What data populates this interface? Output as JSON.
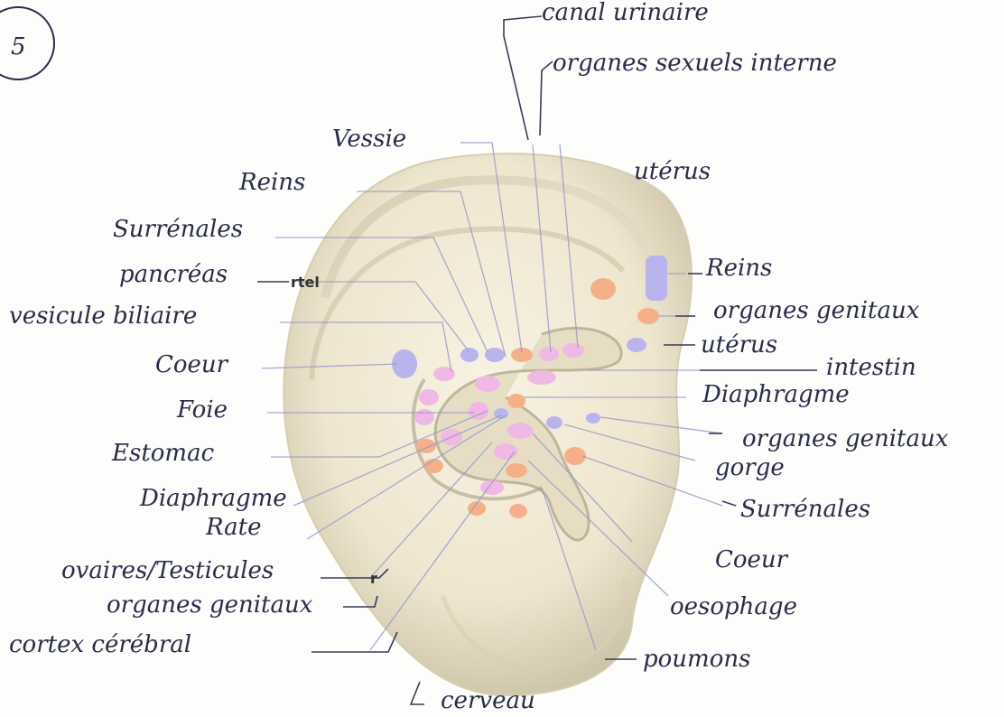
{
  "page_number": "5",
  "labels": {
    "canal_urinaire": "canal urinaire",
    "organes_sexuels_interne": "organes sexuels interne",
    "vessie": "Vessie",
    "reins_top": "Reins",
    "uterus_top": "utérus",
    "surrenales_left": "Surrénales",
    "pancreas": "pancréas",
    "rtel": "rtel",
    "vesicule_biliaire": "vesicule biliaire",
    "coeur_left": "Coeur",
    "foie": "Foie",
    "estomac": "Estomac",
    "diaphragme_left": "Diaphragme",
    "rate": "Rate",
    "ovaires_testicules": "ovaires/Testicules",
    "small_r": "r",
    "organes_genitaux_left": "organes genitaux",
    "cortex_cerebral": "cortex cérébral",
    "cerveau": "cerveau",
    "reins_right": "Reins",
    "organes_genitaux_right1": "organes genitaux",
    "uterus_right": "utérus",
    "intestin": "intestin",
    "diaphragme_right": "Diaphragme",
    "organes_genitaux_right2": "organes genitaux",
    "gorge": "gorge",
    "surrenales_right": "Surrénales",
    "coeur_right": "Coeur",
    "oesophage": "oesophage",
    "poumons": "poumons"
  },
  "colors": {
    "ear_skin": "#efe6cf",
    "ear_shadow": "#b8b198",
    "pink_zone": "#f0b8e4",
    "orange_zone": "#f5b08a",
    "blue_zone": "#b9b3ee",
    "ink": "#2a2d4a"
  }
}
